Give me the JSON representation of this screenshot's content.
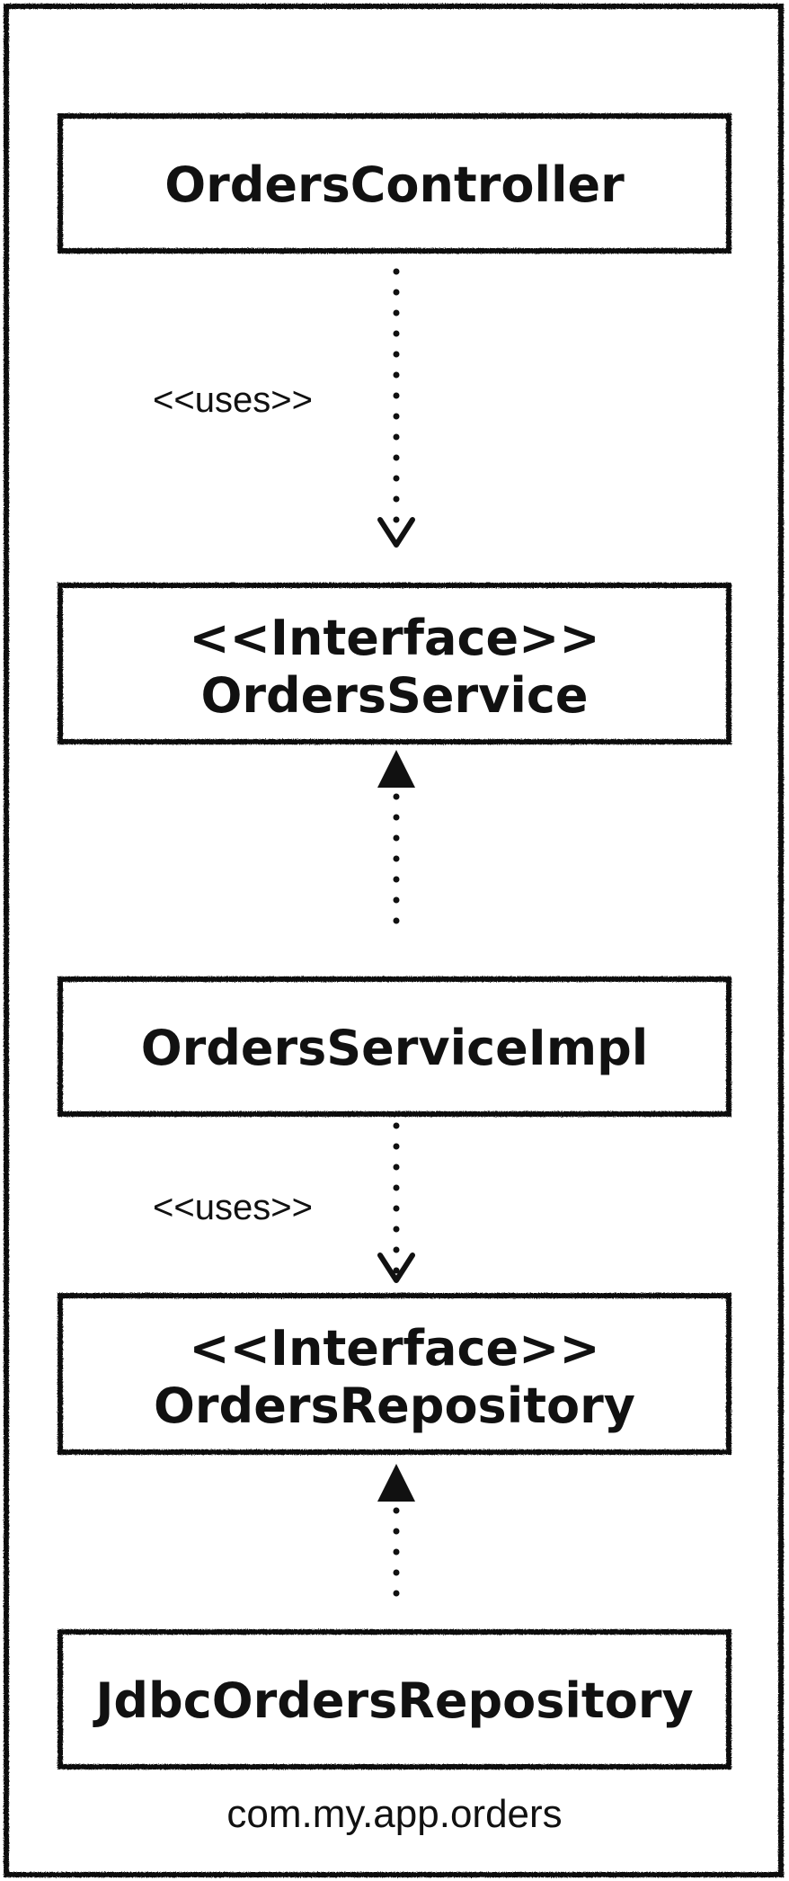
{
  "package": {
    "name": "com.my.app.orders"
  },
  "nodes": {
    "orders_controller": {
      "lines": [
        "OrdersController"
      ]
    },
    "orders_service": {
      "lines": [
        "<<Interface>>",
        "OrdersService"
      ]
    },
    "orders_service_impl": {
      "lines": [
        "OrdersServiceImpl"
      ]
    },
    "orders_repository": {
      "lines": [
        "<<Interface>>",
        "OrdersRepository"
      ]
    },
    "jdbc_orders_repository": {
      "lines": [
        "JdbcOrdersRepository"
      ]
    }
  },
  "edges": [
    {
      "from": "OrdersController",
      "to": "OrdersService",
      "kind": "dependency",
      "label": "<<uses>>"
    },
    {
      "from": "OrdersServiceImpl",
      "to": "OrdersService",
      "kind": "realization",
      "label": ""
    },
    {
      "from": "OrdersServiceImpl",
      "to": "OrdersRepository",
      "kind": "dependency",
      "label": "<<uses>>"
    },
    {
      "from": "JdbcOrdersRepository",
      "to": "OrdersRepository",
      "kind": "realization",
      "label": ""
    }
  ],
  "colors": {
    "stroke": "#111111",
    "background": "#ffffff"
  }
}
